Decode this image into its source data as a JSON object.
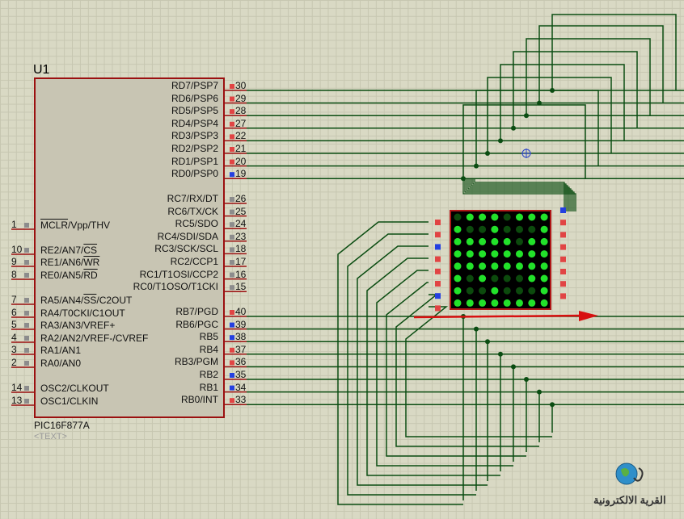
{
  "schematic": {
    "reference": "U1",
    "part_name": "PIC16F877A",
    "text_placeholder": "<TEXT>",
    "watermark": "القرية الالكترونية",
    "colors": {
      "wire": "#0b4d12",
      "chip_fill": "#c8c5b3",
      "chip_border": "#9b1010",
      "pin_red": "#e14444",
      "pin_blue": "#2440e0",
      "pin_gray": "#8c8c8c",
      "led_on": "#22e22a",
      "led_off": "#0c4a0d",
      "matrix_bg": "#000000",
      "matrix_border": "#b01818",
      "arrow": "#d81010"
    },
    "right_pins": [
      {
        "name": "RD7/PSP7",
        "num": "30",
        "state": "red"
      },
      {
        "name": "RD6/PSP6",
        "num": "29",
        "state": "red"
      },
      {
        "name": "RD5/PSP5",
        "num": "28",
        "state": "red"
      },
      {
        "name": "RD4/PSP4",
        "num": "27",
        "state": "red"
      },
      {
        "name": "RD3/PSP3",
        "num": "22",
        "state": "red"
      },
      {
        "name": "RD2/PSP2",
        "num": "21",
        "state": "red"
      },
      {
        "name": "RD1/PSP1",
        "num": "20",
        "state": "red"
      },
      {
        "name": "RD0/PSP0",
        "num": "19",
        "state": "blue"
      },
      {
        "name": "RC7/RX/DT",
        "num": "26",
        "state": "gray"
      },
      {
        "name": "RC6/TX/CK",
        "num": "25",
        "state": "gray"
      },
      {
        "name": "RC5/SDO",
        "num": "24",
        "state": "gray"
      },
      {
        "name": "RC4/SDI/SDA",
        "num": "23",
        "state": "gray"
      },
      {
        "name": "RC3/SCK/SCL",
        "num": "18",
        "state": "gray"
      },
      {
        "name": "RC2/CCP1",
        "num": "17",
        "state": "gray"
      },
      {
        "name": "RC1/T1OSI/CCP2",
        "num": "16",
        "state": "gray"
      },
      {
        "name": "RC0/T1OSO/T1CKI",
        "num": "15",
        "state": "gray"
      },
      {
        "name": "RB7/PGD",
        "num": "40",
        "state": "red"
      },
      {
        "name": "RB6/PGC",
        "num": "39",
        "state": "blue"
      },
      {
        "name": "RB5",
        "num": "38",
        "state": "blue"
      },
      {
        "name": "RB4",
        "num": "37",
        "state": "red"
      },
      {
        "name": "RB3/PGM",
        "num": "36",
        "state": "red"
      },
      {
        "name": "RB2",
        "num": "35",
        "state": "blue"
      },
      {
        "name": "RB1",
        "num": "34",
        "state": "blue"
      },
      {
        "name": "RB0/INT",
        "num": "33",
        "state": "red"
      }
    ],
    "left_pins": [
      {
        "name": "MCLR/Vpp/THV",
        "num": "1"
      },
      {
        "name": "RE2/AN7/CS",
        "num": "10"
      },
      {
        "name": "RE1/AN6/WR",
        "num": "9"
      },
      {
        "name": "RE0/AN5/RD",
        "num": "8"
      },
      {
        "name": "RA5/AN4/SS/C2OUT",
        "num": "7"
      },
      {
        "name": "RA4/T0CKI/C1OUT",
        "num": "6"
      },
      {
        "name": "RA3/AN3/VREF+",
        "num": "5"
      },
      {
        "name": "RA2/AN2/VREF-/CVREF",
        "num": "4"
      },
      {
        "name": "RA1/AN1",
        "num": "3"
      },
      {
        "name": "RA0/AN0",
        "num": "2"
      },
      {
        "name": "OSC2/CLKOUT",
        "num": "14"
      },
      {
        "name": "OSC1/CLKIN",
        "num": "13"
      }
    ],
    "matrix": {
      "rows": 8,
      "cols": 8,
      "lit": [
        [
          0,
          1,
          1,
          1,
          0,
          1,
          1,
          1
        ],
        [
          1,
          0,
          0,
          1,
          0,
          0,
          0,
          1
        ],
        [
          1,
          1,
          1,
          1,
          1,
          0,
          1,
          1
        ],
        [
          1,
          1,
          1,
          1,
          1,
          1,
          1,
          1
        ],
        [
          1,
          1,
          1,
          1,
          1,
          1,
          1,
          1
        ],
        [
          1,
          0,
          1,
          0,
          0,
          0,
          1,
          1
        ],
        [
          1,
          0,
          0,
          1,
          0,
          0,
          0,
          1
        ],
        [
          1,
          1,
          1,
          1,
          1,
          1,
          1,
          1
        ]
      ],
      "left_pin_states": [
        "red",
        "red",
        "blue",
        "red",
        "red",
        "red",
        "blue",
        "red"
      ],
      "right_pin_states": [
        "blue",
        "red",
        "red",
        "red",
        "red",
        "red",
        "red",
        "red"
      ]
    }
  }
}
